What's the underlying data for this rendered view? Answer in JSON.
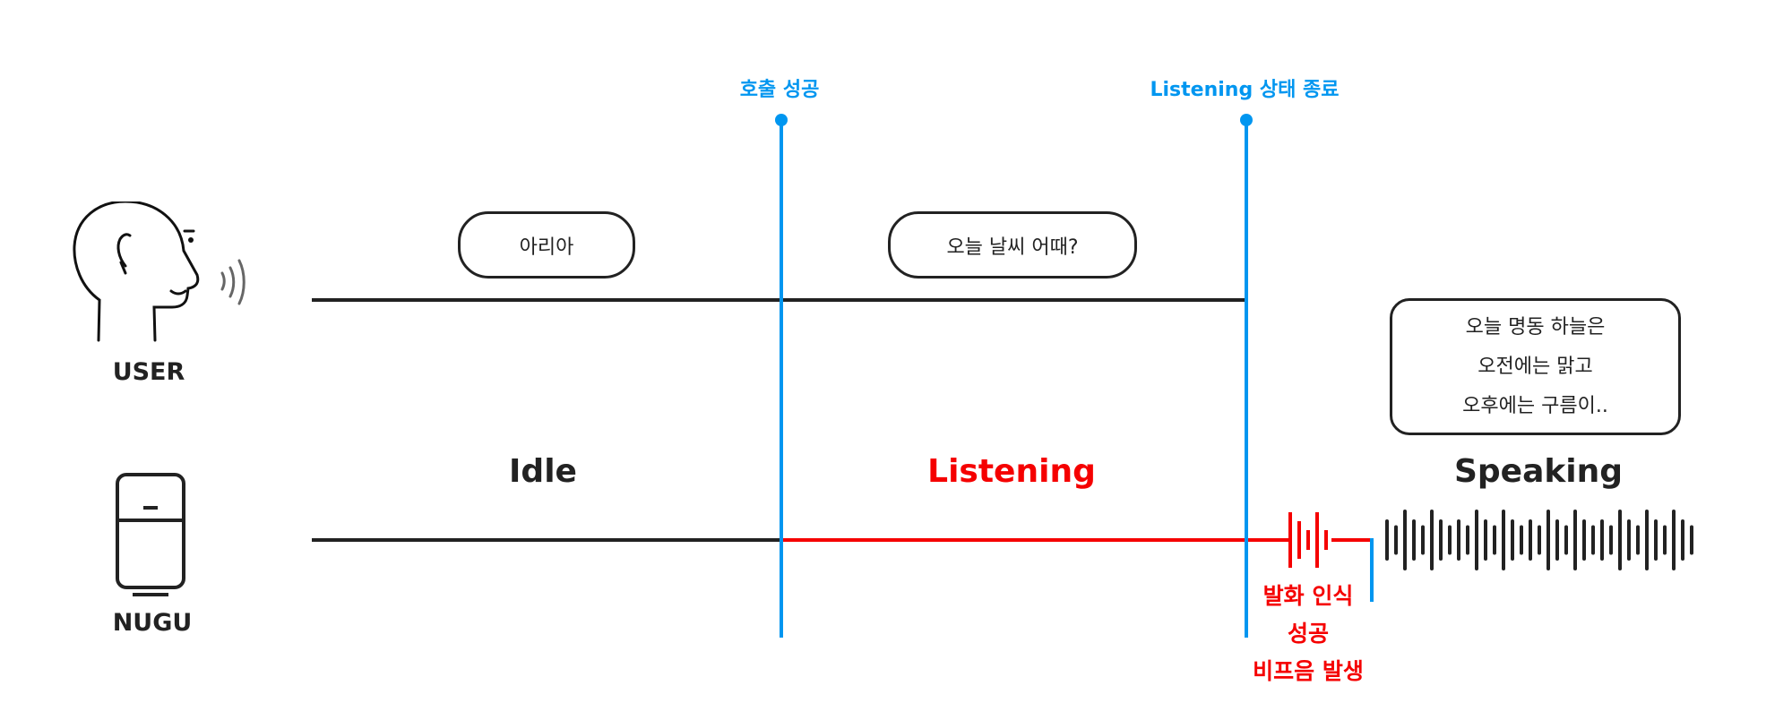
{
  "actors": {
    "user": "USER",
    "nugu": "NUGU"
  },
  "markers": {
    "call_success": "호출 성공",
    "listening_end": "Listening 상태 종료"
  },
  "bubbles": {
    "wake_word": "아리아",
    "question": "오늘 날씨 어때?",
    "answer_lines": [
      "오늘 명동 하늘은",
      "오전에는 맑고",
      "오후에는 구름이.."
    ]
  },
  "states": {
    "idle": "Idle",
    "listening": "Listening",
    "speaking": "Speaking"
  },
  "recognition": {
    "lines": [
      "발화 인식",
      "성공",
      "비프음 발생"
    ]
  },
  "colors": {
    "blue": "#0096f0",
    "red": "#f50000",
    "dark": "#222222"
  },
  "waveform_levels": [
    2,
    1,
    3,
    2,
    1,
    3,
    2,
    1,
    2,
    1,
    3,
    2,
    1,
    3,
    2,
    1,
    2,
    1,
    3,
    2,
    1,
    3,
    2,
    1,
    2,
    1,
    3,
    2,
    1,
    3,
    2,
    1,
    3,
    2,
    1
  ]
}
